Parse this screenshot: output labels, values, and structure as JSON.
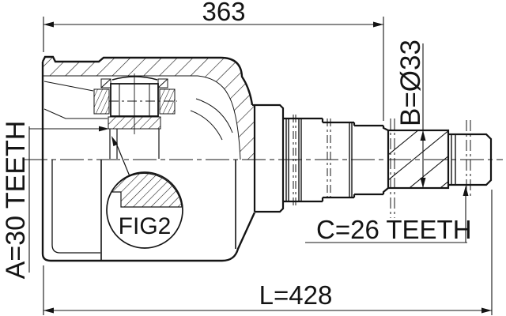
{
  "drawing": {
    "dimensions": {
      "overall_top": "363",
      "overall_length": "L=428"
    },
    "labels": {
      "spline_a": "A=30 TEETH",
      "diameter_b": "B=Ø33",
      "spline_c": "C=26 TEETH",
      "detail": "FIG2"
    },
    "colors": {
      "line": "#141414",
      "background": "#ffffff"
    }
  }
}
